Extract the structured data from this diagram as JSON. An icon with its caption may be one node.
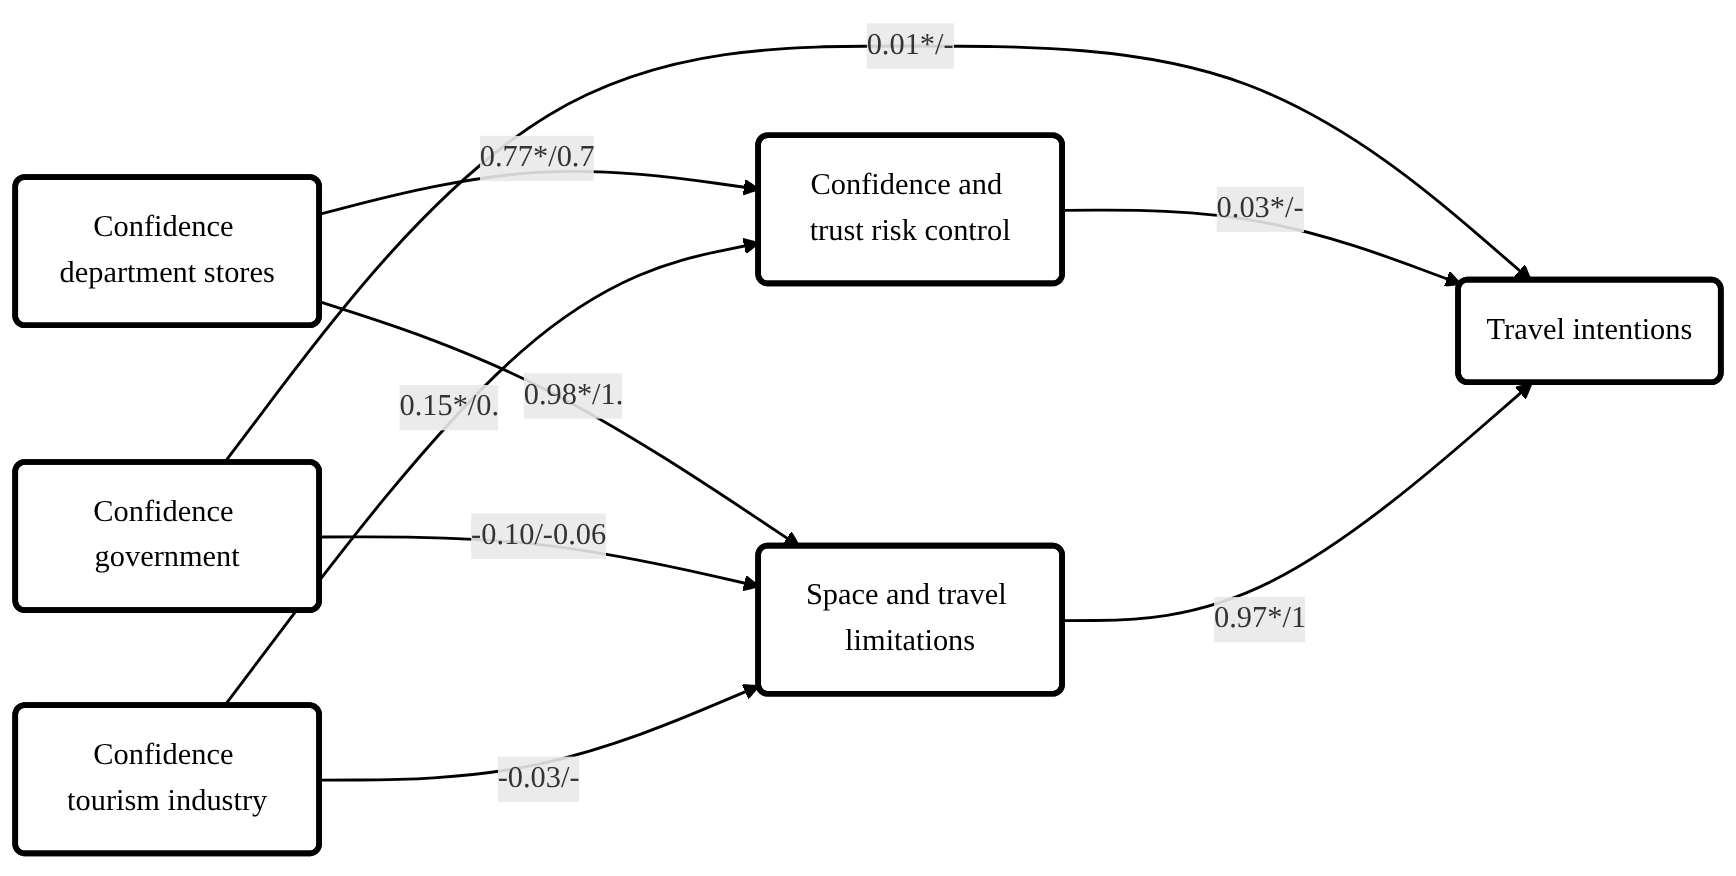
{
  "diagram": {
    "nodes": [
      {
        "text": [
          "Confidence department stores"
        ]
      },
      {
        "text": [
          "Confidence government"
        ]
      },
      {
        "text": [
          "Confidence tourism industry"
        ]
      },
      {
        "text": [
          "Confidence and trust risk control"
        ]
      },
      {
        "text": [
          "Space and travel limitations"
        ]
      },
      {
        "text": [
          "Travel intentions"
        ]
      }
    ],
    "edges": [
      {
        "from": 0,
        "to": 3,
        "arrow": "to",
        "label": "0.77*/0.7"
      },
      {
        "from": 0,
        "to": 4,
        "arrow": "to",
        "label": "0.98*/1."
      },
      {
        "from": 1,
        "to": 4,
        "arrow": "to",
        "label": "-0.10/-0.06"
      },
      {
        "from": 1,
        "to": 5,
        "arrow": "to",
        "label": "0.01*/-"
      },
      {
        "from": 2,
        "to": 3,
        "arrow": "to",
        "label": "0.15*/0."
      },
      {
        "from": 2,
        "to": 4,
        "arrow": "to",
        "label": "-0.03/-"
      },
      {
        "from": 3,
        "to": 5,
        "arrow": "to",
        "label": "0.03*/-"
      },
      {
        "from": 4,
        "to": 5,
        "arrow": "to",
        "label": "0.97*/1"
      }
    ]
  }
}
